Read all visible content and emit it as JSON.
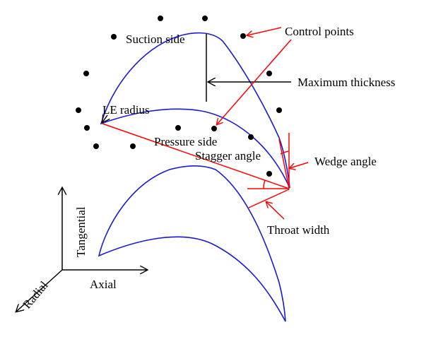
{
  "labels": {
    "suction_side": "Suction side",
    "control_points": "Control points",
    "maximum_thickness": "Maximum thickness",
    "le_radius": "LE radius",
    "pressure_side": "Pressure side",
    "stagger_angle": "Stagger angle",
    "wedge_angle": "Wedge angle",
    "throat_width": "Throat width",
    "tangential": "Tangential",
    "axial": "Axial",
    "radial": "Radial"
  },
  "colors": {
    "blade": "#1a1ad6",
    "annotation": "#ff0000",
    "ink": "#000000"
  }
}
